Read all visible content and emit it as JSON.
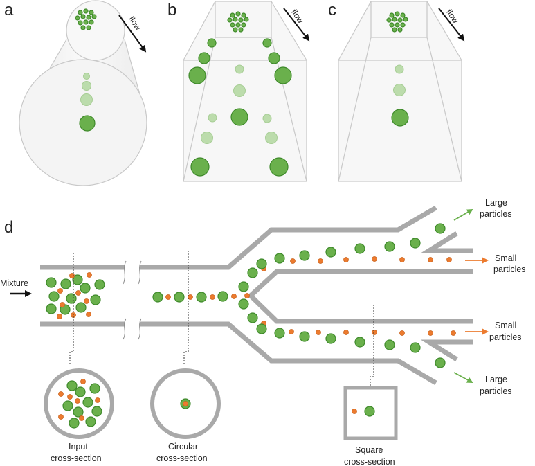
{
  "panels": {
    "a": "a",
    "b": "b",
    "c": "c",
    "d": "d"
  },
  "flow_label": "flow",
  "labels": {
    "mixture": "Mixture",
    "large_top": [
      "Large",
      "particles"
    ],
    "small_top": [
      "Small",
      "particles"
    ],
    "small_bottom": [
      "Small",
      "particles"
    ],
    "large_bottom": [
      "Large",
      "particles"
    ],
    "input_cs": [
      "Input",
      "cross-section"
    ],
    "circular_cs": [
      "Circular",
      "cross-section"
    ],
    "square_cs": [
      "Square",
      "cross-section"
    ]
  },
  "colors": {
    "large_particle": "#6ab04c",
    "small_particle": "#ec7b2f",
    "channel": "#a9a9a9",
    "flow_arrow": "#111111"
  }
}
